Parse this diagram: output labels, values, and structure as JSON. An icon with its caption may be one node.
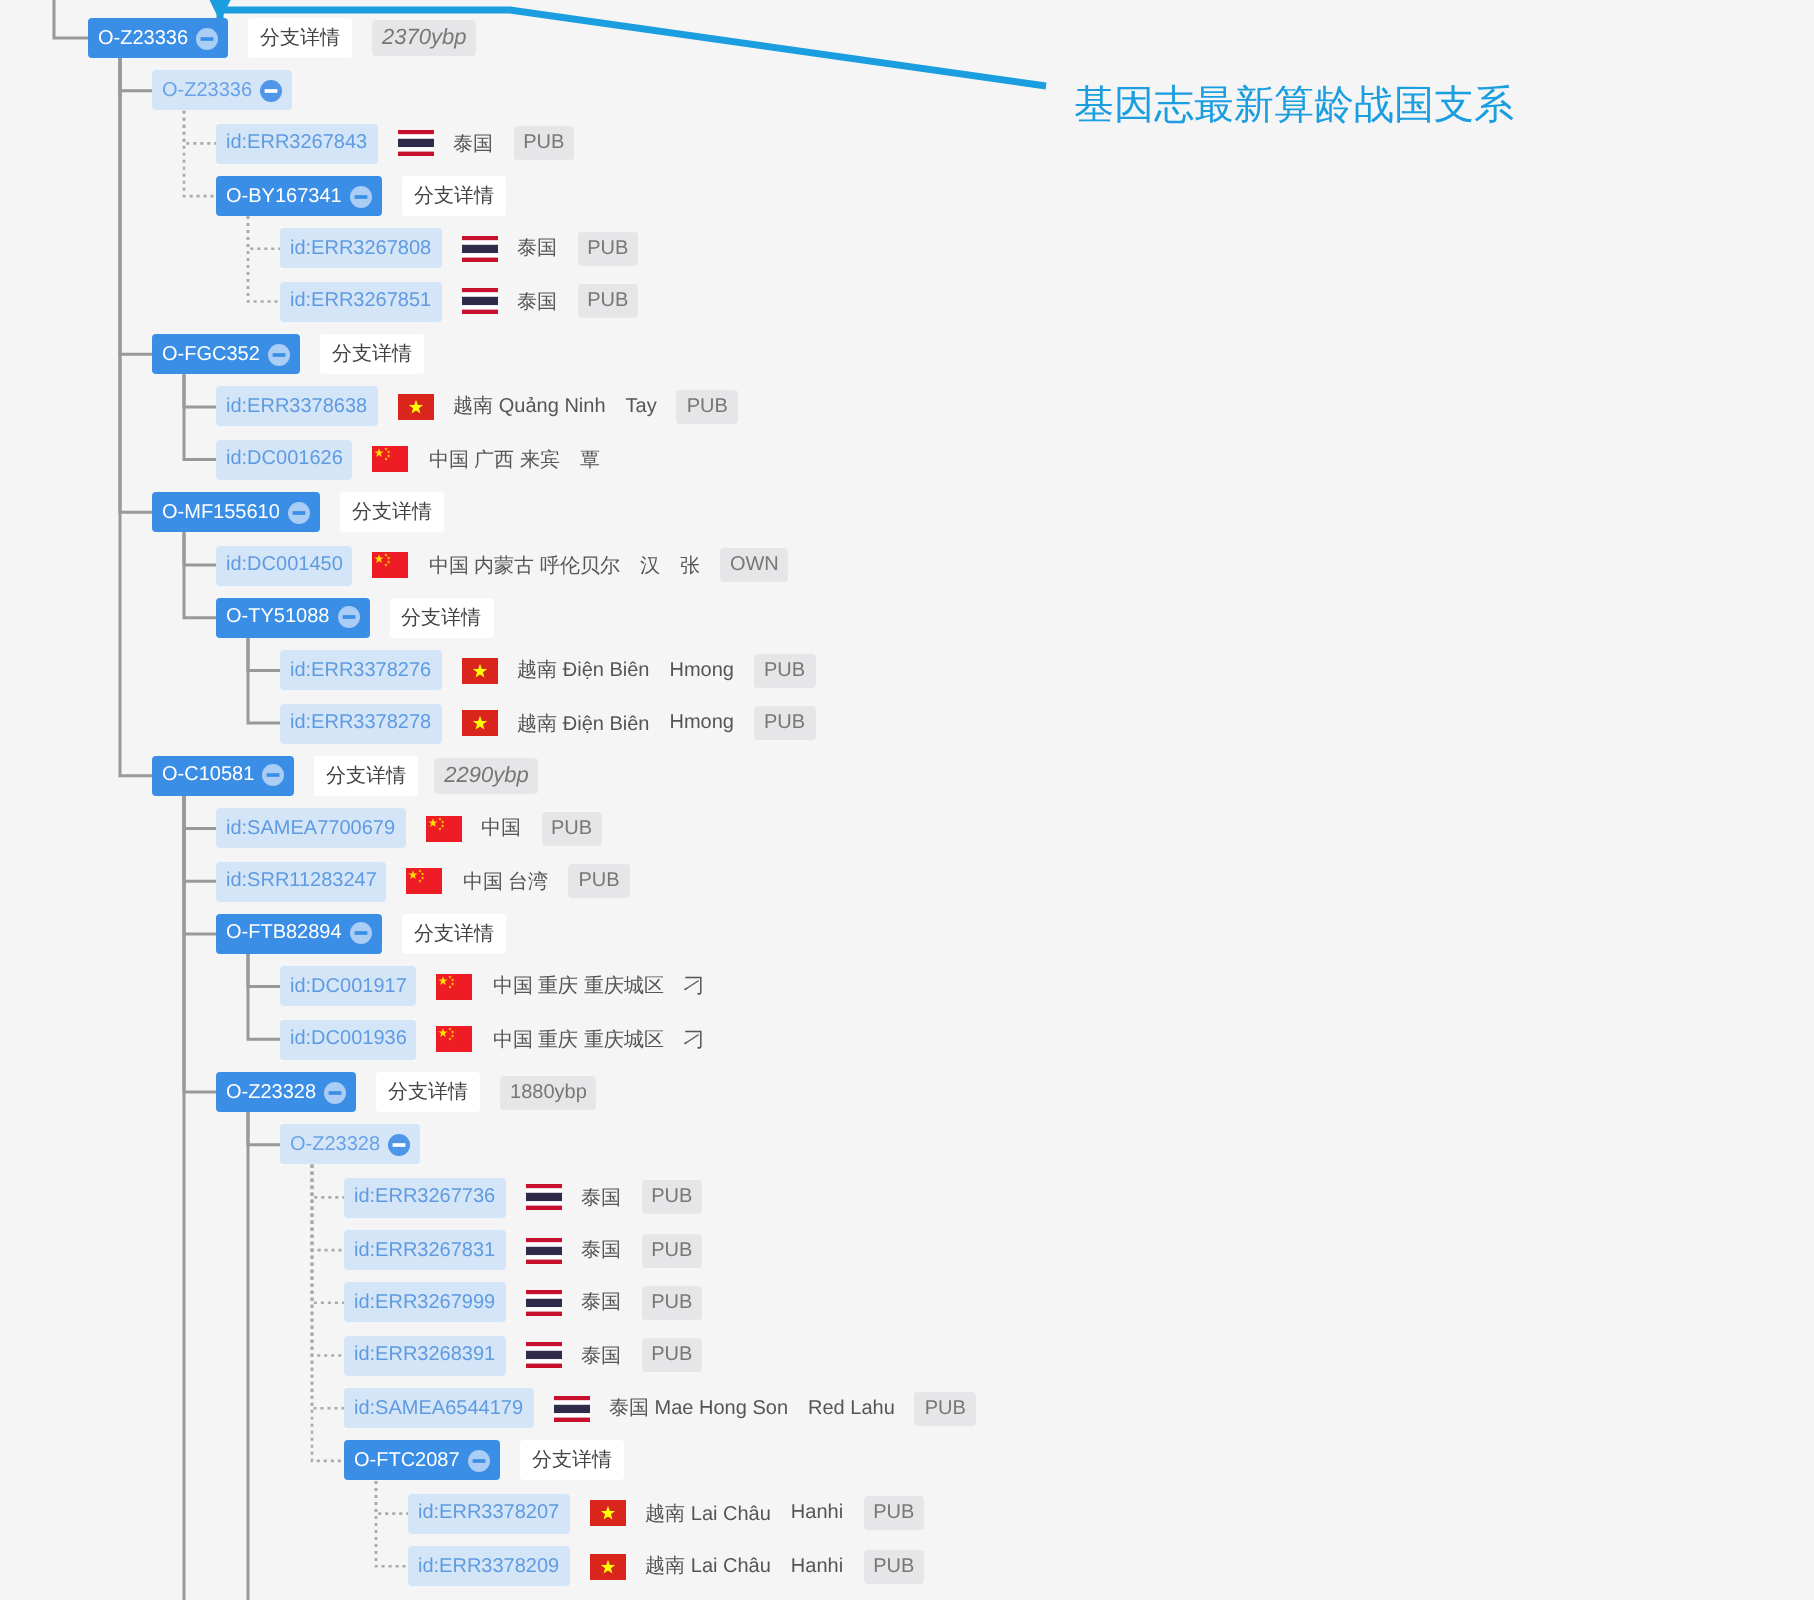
{
  "diagram": {
    "nodes": [
      {
        "text": [
          "O-Z23336"
        ],
        "beside": [
          "分支详情",
          "2370ybp"
        ]
      },
      {
        "text": [
          "O-Z23336"
        ]
      },
      {
        "text": [
          "id:ERR3267843"
        ],
        "beside": [
          "泰国",
          "PUB"
        ]
      },
      {
        "text": [
          "O-BY167341"
        ],
        "beside": [
          "分支详情"
        ]
      },
      {
        "text": [
          "id:ERR3267808"
        ],
        "beside": [
          "泰国",
          "PUB"
        ]
      },
      {
        "text": [
          "id:ERR3267851"
        ],
        "beside": [
          "泰国",
          "PUB"
        ]
      },
      {
        "text": [
          "O-FGC352"
        ],
        "beside": [
          "分支详情"
        ]
      },
      {
        "text": [
          "id:ERR3378638"
        ],
        "beside": [
          "越南 Quảng Ninh",
          "Tay",
          "PUB"
        ]
      },
      {
        "text": [
          "id:DC001626"
        ],
        "beside": [
          "中国 广西 来宾",
          "覃"
        ]
      },
      {
        "text": [
          "O-MF155610"
        ],
        "beside": [
          "分支详情"
        ]
      },
      {
        "text": [
          "id:DC001450"
        ],
        "beside": [
          "中国 内蒙古 呼伦贝尔",
          "汉",
          "张",
          "OWN"
        ]
      },
      {
        "text": [
          "O-TY51088"
        ],
        "beside": [
          "分支详情"
        ]
      },
      {
        "text": [
          "id:ERR3378276"
        ],
        "beside": [
          "越南 Điện Biên",
          "Hmong",
          "PUB"
        ]
      },
      {
        "text": [
          "id:ERR3378278"
        ],
        "beside": [
          "越南 Điện Biên",
          "Hmong",
          "PUB"
        ]
      },
      {
        "text": [
          "O-C10581"
        ],
        "beside": [
          "分支详情"
        ]
      },
      {
        "text": [
          "id:SAMEA7700679"
        ],
        "beside": [
          "中国",
          "PUB"
        ]
      },
      {
        "text": [
          "id:SRR11283247"
        ],
        "beside": [
          "中国 台湾",
          "PUB"
        ]
      },
      {
        "text": [
          "O-FTB82894"
        ],
        "beside": [
          "分支详情"
        ]
      },
      {
        "text": [
          "id:DC001917"
        ],
        "beside": [
          "中国 重庆 重庆城区",
          "刁"
        ]
      },
      {
        "text": [
          "id:DC001936"
        ],
        "beside": [
          "中国 重庆 重庆城区",
          "刁"
        ]
      },
      {
        "text": [
          "O-Z23328"
        ],
        "beside": [
          "分支详情",
          "1880ybp"
        ]
      },
      {
        "text": [
          "O-Z23328"
        ]
      },
      {
        "text": [
          "id:ERR3267736"
        ],
        "beside": [
          "泰国",
          "PUB"
        ]
      },
      {
        "text": [
          "id:ERR3267831"
        ],
        "beside": [
          "泰国",
          "PUB"
        ]
      },
      {
        "text": [
          "id:ERR3267999"
        ],
        "beside": [
          "泰国",
          "PUB"
        ]
      },
      {
        "text": [
          "id:ERR3268391"
        ],
        "beside": [
          "泰国",
          "PUB"
        ]
      },
      {
        "text": [
          "id:SAMEA6544179"
        ],
        "beside": [
          "泰国 Mae Hong Son",
          "Red Lahu",
          "PUB"
        ]
      },
      {
        "text": [
          "O-FTC2087"
        ],
        "beside": [
          "分支详情"
        ]
      },
      {
        "text": [
          "id:ERR3378207"
        ],
        "beside": [
          "越南 Lai Châu",
          "Hanhi",
          "PUB"
        ]
      },
      {
        "text": [
          "id:ERR3378209"
        ],
        "beside": [
          "越南 Lai Châu",
          "Hanhi",
          "PUB"
        ]
      },
      {
        "text": [
          "基因志最新算龄战国支系"
        ]
      }
    ],
    "edges": [
      {
        "from": null,
        "to": 0,
        "arrow": "none"
      },
      {
        "from": 0,
        "to": 1,
        "arrow": "none"
      },
      {
        "from": 1,
        "to": 2,
        "arrow": "none",
        "style": "dashed"
      },
      {
        "from": 1,
        "to": 3,
        "arrow": "none",
        "style": "dashed"
      },
      {
        "from": 3,
        "to": 4,
        "arrow": "none",
        "style": "dashed"
      },
      {
        "from": 3,
        "to": 5,
        "arrow": "none",
        "style": "dashed"
      },
      {
        "from": 0,
        "to": 6,
        "arrow": "none"
      },
      {
        "from": 6,
        "to": 7,
        "arrow": "none"
      },
      {
        "from": 6,
        "to": 8,
        "arrow": "none"
      },
      {
        "from": 0,
        "to": 9,
        "arrow": "none"
      },
      {
        "from": 9,
        "to": 10,
        "arrow": "none"
      },
      {
        "from": 9,
        "to": 11,
        "arrow": "none"
      },
      {
        "from": 11,
        "to": 12,
        "arrow": "none"
      },
      {
        "from": 11,
        "to": 13,
        "arrow": "none"
      },
      {
        "from": 0,
        "to": 14,
        "arrow": "none"
      },
      {
        "from": 14,
        "to": 15,
        "arrow": "none"
      },
      {
        "from": 14,
        "to": 16,
        "arrow": "none"
      },
      {
        "from": 14,
        "to": 17,
        "arrow": "none"
      },
      {
        "from": 17,
        "to": 18,
        "arrow": "none"
      },
      {
        "from": 17,
        "to": 19,
        "arrow": "none"
      },
      {
        "from": 14,
        "to": 20,
        "arrow": "none"
      },
      {
        "from": 20,
        "to": 21,
        "arrow": "none"
      },
      {
        "from": 21,
        "to": 22,
        "arrow": "none",
        "style": "dashed"
      },
      {
        "from": 21,
        "to": 23,
        "arrow": "none",
        "style": "dashed"
      },
      {
        "from": 21,
        "to": 24,
        "arrow": "none",
        "style": "dashed"
      },
      {
        "from": 21,
        "to": 25,
        "arrow": "none",
        "style": "dashed"
      },
      {
        "from": 21,
        "to": 26,
        "arrow": "none",
        "style": "dashed"
      },
      {
        "from": 21,
        "to": 27,
        "arrow": "none",
        "style": "dashed"
      },
      {
        "from": 27,
        "to": 28,
        "arrow": "none",
        "style": "dashed"
      },
      {
        "from": 27,
        "to": 29,
        "arrow": "none",
        "style": "dashed"
      },
      {
        "from": 14,
        "to": null,
        "arrow": "none"
      },
      {
        "from": 20,
        "to": null,
        "arrow": "none"
      },
      {
        "from": 30,
        "to": 0,
        "arrow": "to",
        "style": "thick",
        "color": "#1a9ee0"
      }
    ],
    "labels": [
      "2290ybp"
    ]
  }
}
